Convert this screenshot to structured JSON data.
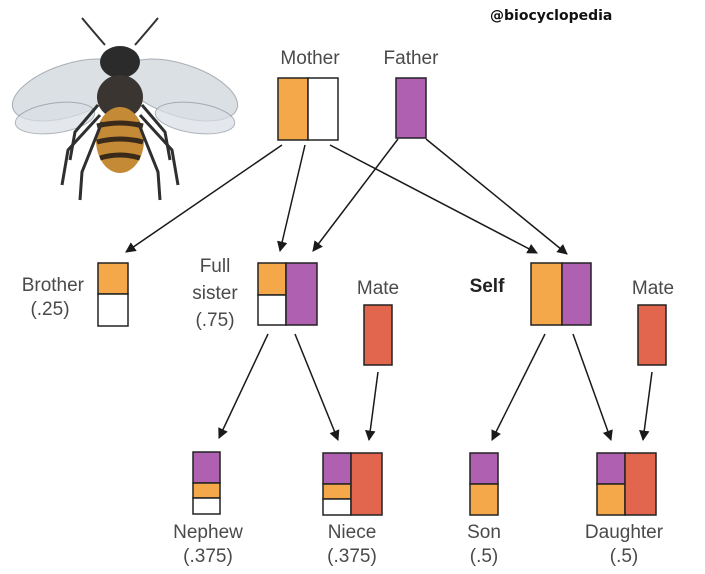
{
  "credit": "@biocyclopedia",
  "colors": {
    "maternal": "#f5a849",
    "paternal": "#b060b0",
    "mate": "#e2664d",
    "empty": "#ffffff",
    "outline": "#222222"
  },
  "nodes": {
    "mother": {
      "label": "Mother"
    },
    "father": {
      "label": "Father"
    },
    "brother": {
      "label": "Brother",
      "value": "(.25)"
    },
    "sister": {
      "label_line1": "Full",
      "label_line2": "sister",
      "value": "(.75)"
    },
    "mate1": {
      "label": "Mate"
    },
    "self": {
      "label": "Self"
    },
    "mate2": {
      "label": "Mate"
    },
    "nephew": {
      "label": "Nephew",
      "value": "(.375)"
    },
    "niece": {
      "label": "Niece",
      "value": "(.375)"
    },
    "son": {
      "label": "Son",
      "value": "(.5)"
    },
    "daughter": {
      "label": "Daughter",
      "value": "(.5)"
    }
  },
  "illustration": "honeybee"
}
